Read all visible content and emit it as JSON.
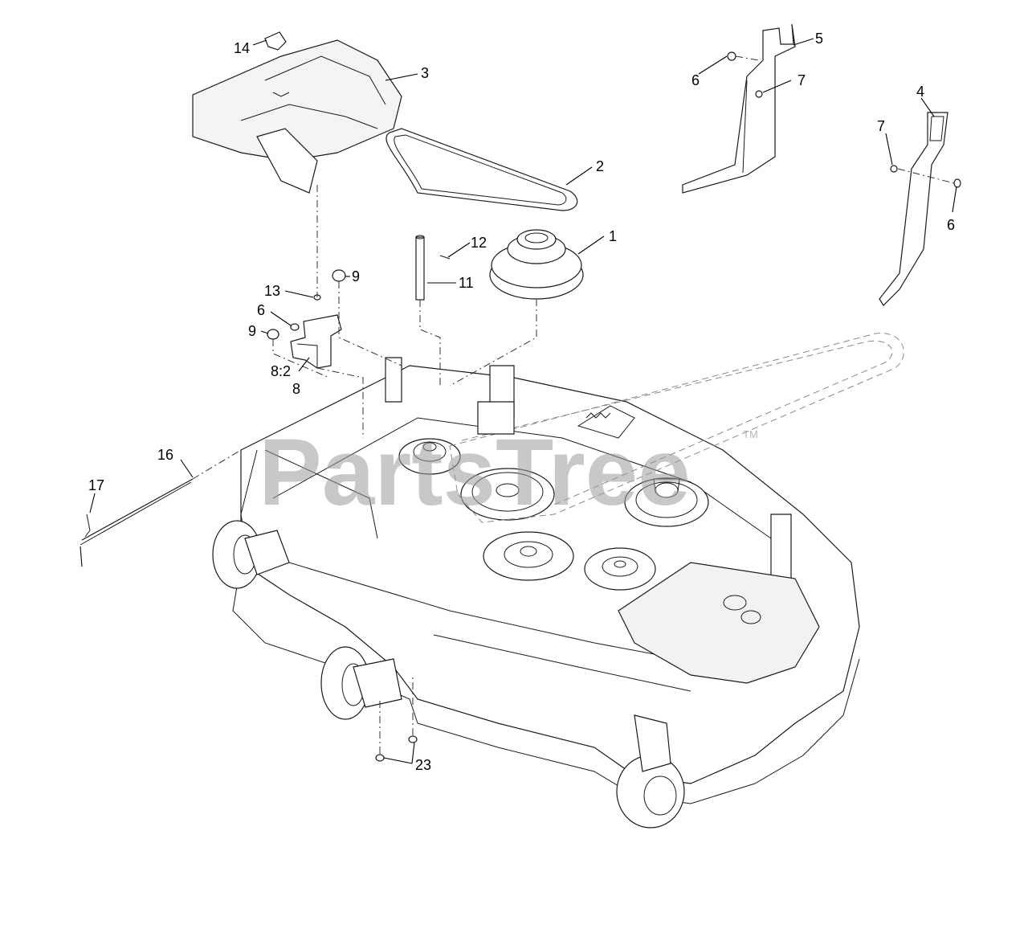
{
  "watermark": {
    "text": "PartsTree",
    "mark": "TM"
  },
  "callouts": {
    "c1": "1",
    "c2": "2",
    "c3": "3",
    "c4": "4",
    "c5": "5",
    "c6a": "6",
    "c6b": "6",
    "c6c": "6",
    "c7a": "7",
    "c7b": "7",
    "c8": "8",
    "c8_2": "8:2",
    "c9a": "9",
    "c9b": "9",
    "c11": "11",
    "c12": "12",
    "c13": "13",
    "c14": "14",
    "c16": "16",
    "c17": "17",
    "c23": "23"
  }
}
